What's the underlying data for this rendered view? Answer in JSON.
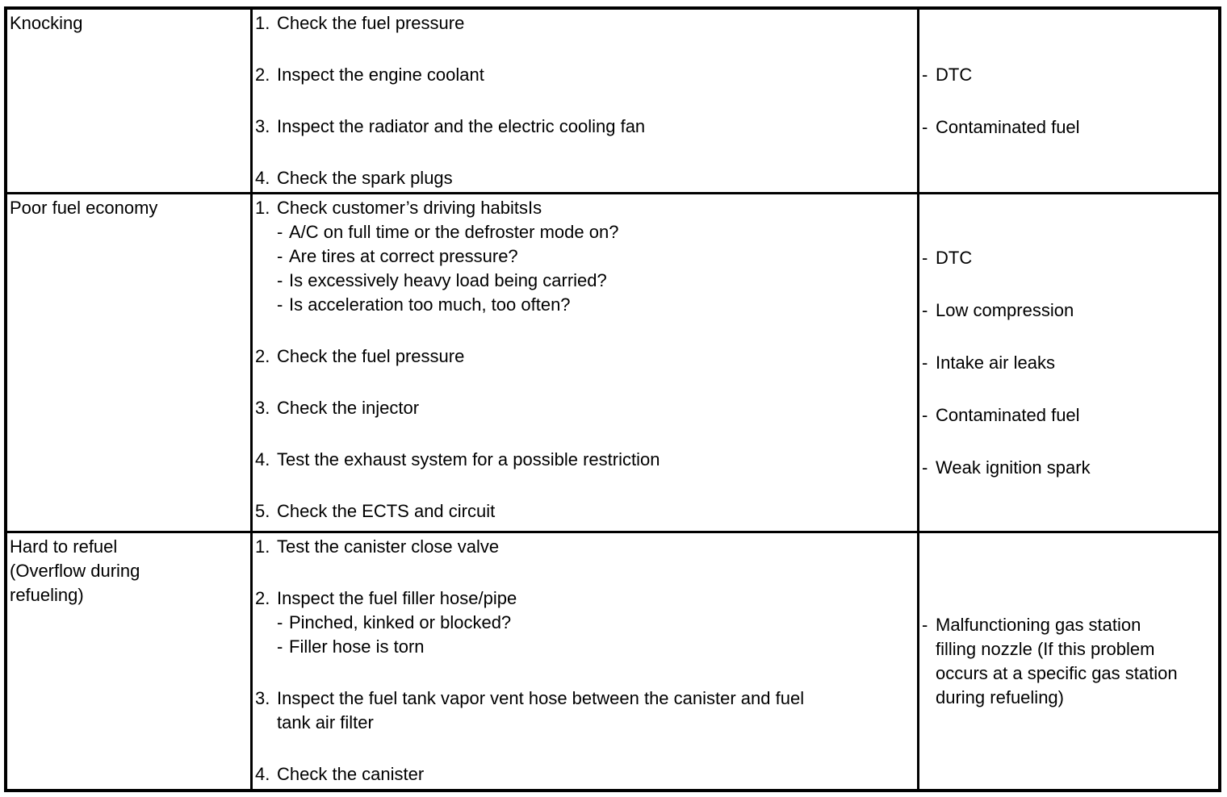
{
  "document_type": "troubleshooting-table",
  "marks": {
    "dash": "-"
  },
  "rows": [
    {
      "symptom": [
        "Knocking"
      ],
      "items": [
        {
          "n": "1.",
          "lines": [
            "Check the fuel pressure"
          ]
        },
        {
          "n": "2.",
          "lines": [
            "Inspect the engine coolant"
          ]
        },
        {
          "n": "3.",
          "lines": [
            "Inspect the radiator and the electric cooling fan"
          ]
        },
        {
          "n": "4.",
          "lines": [
            "Check the spark plugs"
          ]
        }
      ],
      "causes": [
        {
          "lines": [
            "DTC"
          ]
        },
        {
          "lines": [
            "Contaminated fuel"
          ]
        }
      ]
    },
    {
      "symptom": [
        "Poor fuel economy"
      ],
      "items": [
        {
          "n": "1.",
          "lines": [
            "Check customer’s driving habitsIs"
          ],
          "subs": [
            "A/C on full time or the defroster mode on?",
            "Are tires at correct pressure?",
            "Is excessively heavy load being carried?",
            "Is acceleration too much, too often?"
          ]
        },
        {
          "n": "2.",
          "lines": [
            "Check the fuel pressure"
          ]
        },
        {
          "n": "3.",
          "lines": [
            "Check the injector"
          ]
        },
        {
          "n": "4.",
          "lines": [
            "Test the exhaust system for a possible restriction"
          ]
        },
        {
          "n": "5.",
          "lines": [
            "Check the ECTS and circuit"
          ]
        }
      ],
      "causes": [
        {
          "lines": [
            "DTC"
          ]
        },
        {
          "lines": [
            "Low compression"
          ]
        },
        {
          "lines": [
            "Intake air leaks"
          ]
        },
        {
          "lines": [
            "Contaminated fuel"
          ]
        },
        {
          "lines": [
            "Weak ignition spark"
          ]
        }
      ]
    },
    {
      "symptom": [
        "Hard to refuel",
        "(Overflow during",
        "refueling)"
      ],
      "items": [
        {
          "n": "1.",
          "lines": [
            "Test the canister close valve"
          ]
        },
        {
          "n": "2.",
          "lines": [
            "Inspect the fuel filler hose/pipe"
          ],
          "subs": [
            "Pinched, kinked or blocked?",
            "Filler hose is torn"
          ]
        },
        {
          "n": "3.",
          "lines": [
            "Inspect the fuel tank vapor vent hose between the canister and fuel",
            "tank air filter"
          ]
        },
        {
          "n": "4.",
          "lines": [
            "Check the canister"
          ]
        }
      ],
      "causes": [
        {
          "lines": [
            "Malfunctioning gas station",
            "filling nozzle (If this problem",
            "occurs at a specific gas station",
            "during refueling)"
          ]
        }
      ]
    }
  ]
}
